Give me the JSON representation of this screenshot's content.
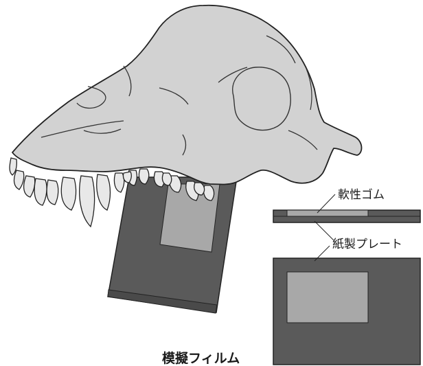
{
  "labels": {
    "soft_rubber": "軟性ゴム",
    "paper_plate": "紙製プレート",
    "mock_film": "模擬フィルム"
  },
  "colors": {
    "skull_fill": "#d2d2d2",
    "tooth_fill": "#e8e8e8",
    "outline": "#222222",
    "film_dark": "#5a5a5a",
    "film_inner": "#a8a8a8",
    "film_edge": "#4a4a4a",
    "plate_dark": "#5a5a5a",
    "rubber_light": "#a8a8a8"
  }
}
